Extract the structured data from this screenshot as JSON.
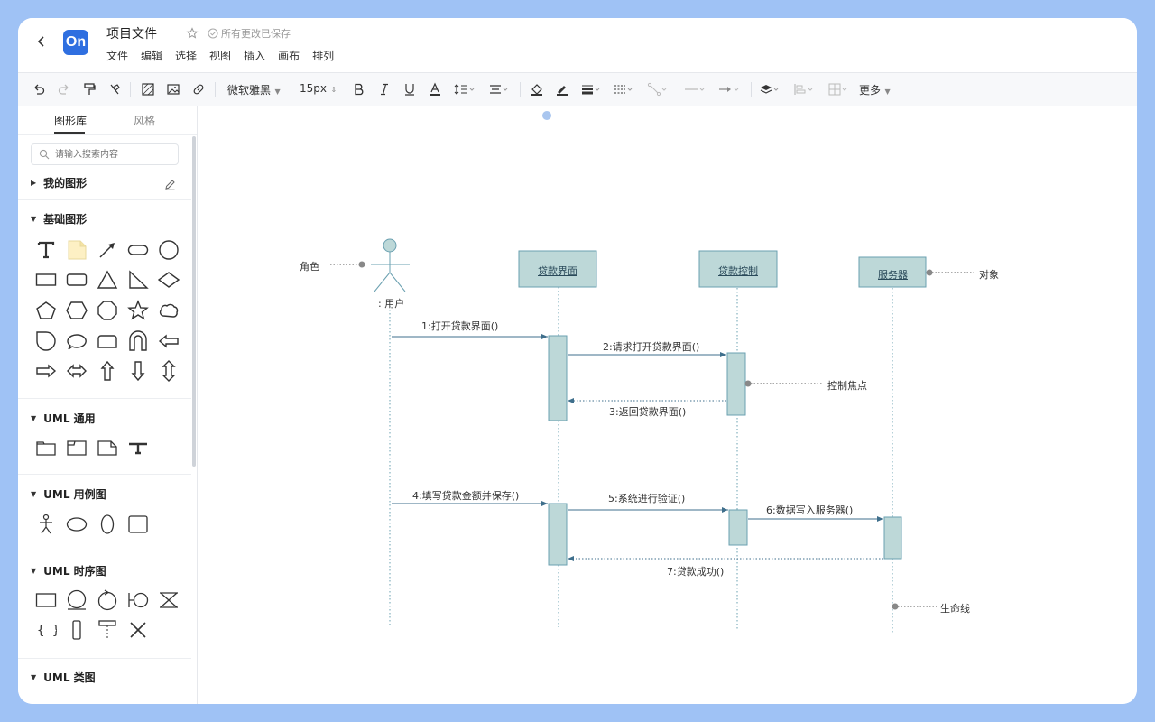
{
  "header": {
    "title": "项目文件",
    "save_status": "所有更改已保存",
    "logo": "On",
    "menu": [
      "文件",
      "编辑",
      "选择",
      "视图",
      "插入",
      "画布",
      "排列"
    ]
  },
  "toolbar": {
    "font_family": "微软雅黑",
    "font_size": "15px",
    "more": "更多"
  },
  "sidebar": {
    "tabs": [
      "图形库",
      "风格"
    ],
    "search_placeholder": "请输入搜索内容",
    "sections": [
      "我的图形",
      "基础图形",
      "UML 通用",
      "UML 用例图",
      "UML 时序图",
      "UML 类图"
    ]
  },
  "diagram": {
    "labels": {
      "role": "角色",
      "object": "对象",
      "focus": "控制焦点",
      "lifeline": "生命线"
    },
    "actor": ": 用户",
    "objects": [
      "贷款界面",
      "贷款控制",
      "服务器"
    ],
    "messages": [
      "1:打开贷款界面()",
      "2:请求打开贷款界面()",
      "3:返回贷款界面()",
      "4:填写贷款金额并保存()",
      "5:系统进行验证()",
      "6:数据写入服务器()",
      "7:贷款成功()"
    ]
  },
  "colors": {
    "accent": "#2f6fe0",
    "object_fill": "#bdd8d8",
    "object_stroke": "#6aa0b0",
    "arrow": "#3f6f8c"
  }
}
